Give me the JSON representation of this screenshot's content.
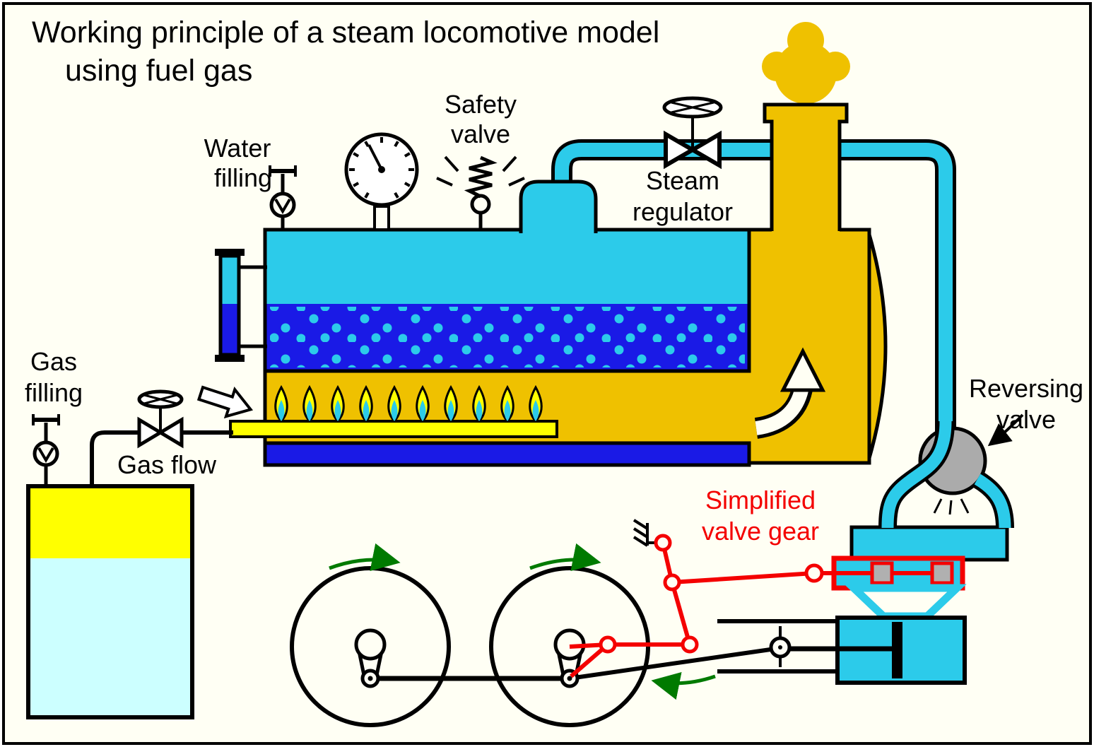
{
  "title": {
    "line1": "Working principle of a steam locomotive model",
    "line2": "using fuel gas"
  },
  "labels": {
    "water_filling": {
      "line1": "Water",
      "line2": "filling"
    },
    "safety_valve": {
      "line1": "Safety",
      "line2": "valve"
    },
    "steam_regulator": {
      "line1": "Steam",
      "line2": "regulator"
    },
    "gas_filling": {
      "line1": "Gas",
      "line2": "filling"
    },
    "gas_flow": "Gas flow",
    "reversing_valve": {
      "line1": "Reversing",
      "line2": "valve"
    },
    "simplified_valve_gear": {
      "line1": "Simplified",
      "line2": "valve gear"
    }
  },
  "colors": {
    "background": "#FFFFF4",
    "steam_cyan": "#2CCBEA",
    "water_blue": "#1A1AE6",
    "bubble_cyan": "#2CCBEA",
    "hot_gas_gold": "#EFC100",
    "burner_yellow": "#FFFF00",
    "gas_tank_yellow": "#FFFF00",
    "liquid_gas_pale_cyan": "#CCFFFF",
    "flame_inner_cyan": "#2CCBEA",
    "valve_gear_red": "#F40000",
    "rotation_arrow_green": "#007A00",
    "reversing_valve_gray": "#ABABAB",
    "outline_black": "#000000"
  }
}
